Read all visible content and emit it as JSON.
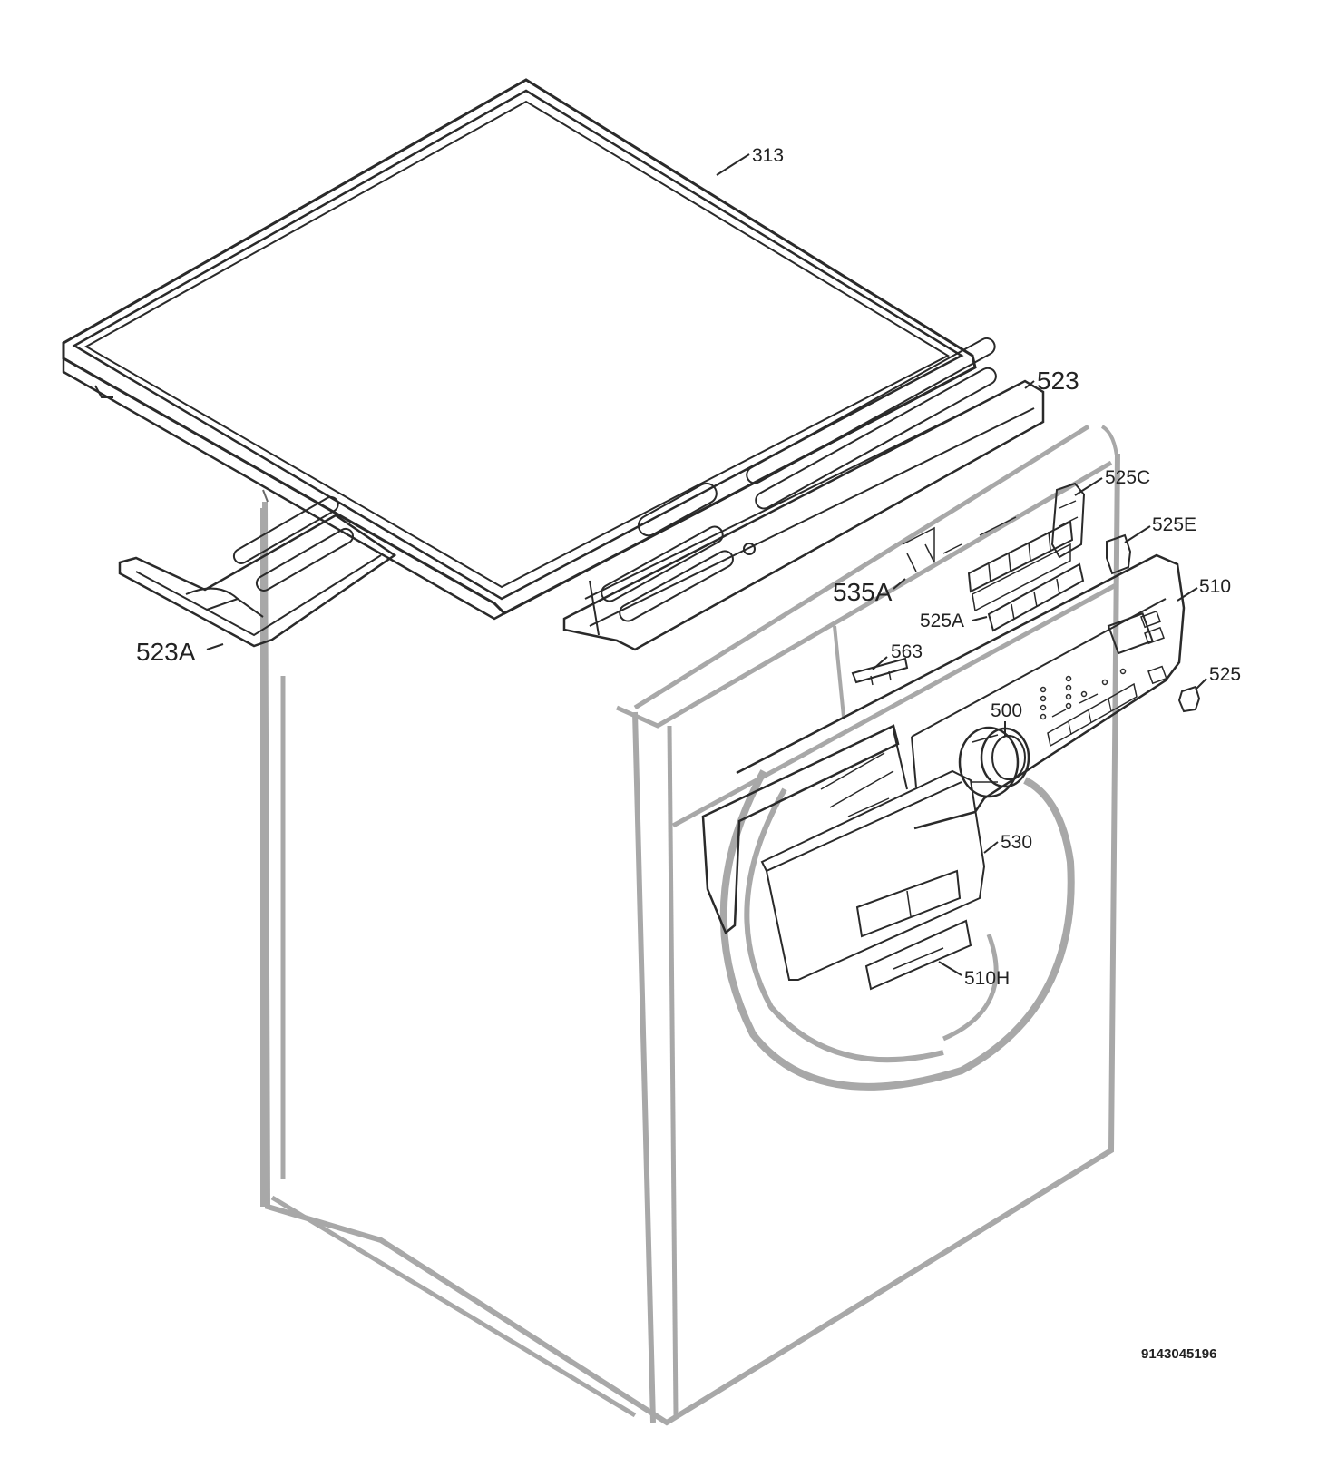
{
  "labels": {
    "p313": "313",
    "p523": "523",
    "p525c": "525C",
    "p525e": "525E",
    "p535a": "535A",
    "p510": "510",
    "p525a": "525A",
    "p523a": "523A",
    "p563": "563",
    "p525": "525",
    "p500": "500",
    "p530": "530",
    "p510h": "510H"
  },
  "drawing_number": "9143045196"
}
